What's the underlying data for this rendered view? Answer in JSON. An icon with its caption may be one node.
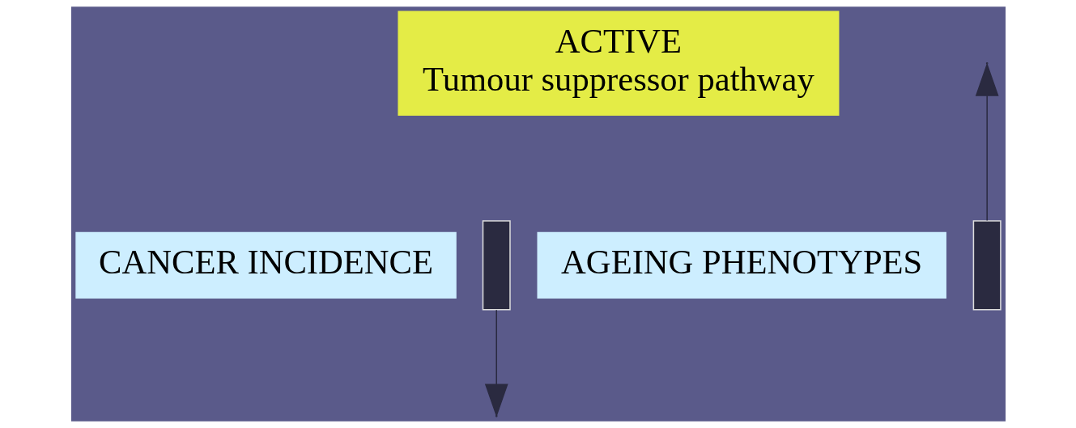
{
  "diagram": {
    "nodes": [
      {
        "text": [
          "ACTIVE",
          "Tumour suppressor pathway"
        ]
      },
      {
        "text": [
          "CANCER INCIDENCE"
        ]
      },
      {
        "text": [],
        "shape": "down-arrow"
      },
      {
        "text": [
          "AGEING PHENOTYPES"
        ]
      },
      {
        "text": [],
        "shape": "up-arrow"
      }
    ],
    "edges": []
  }
}
